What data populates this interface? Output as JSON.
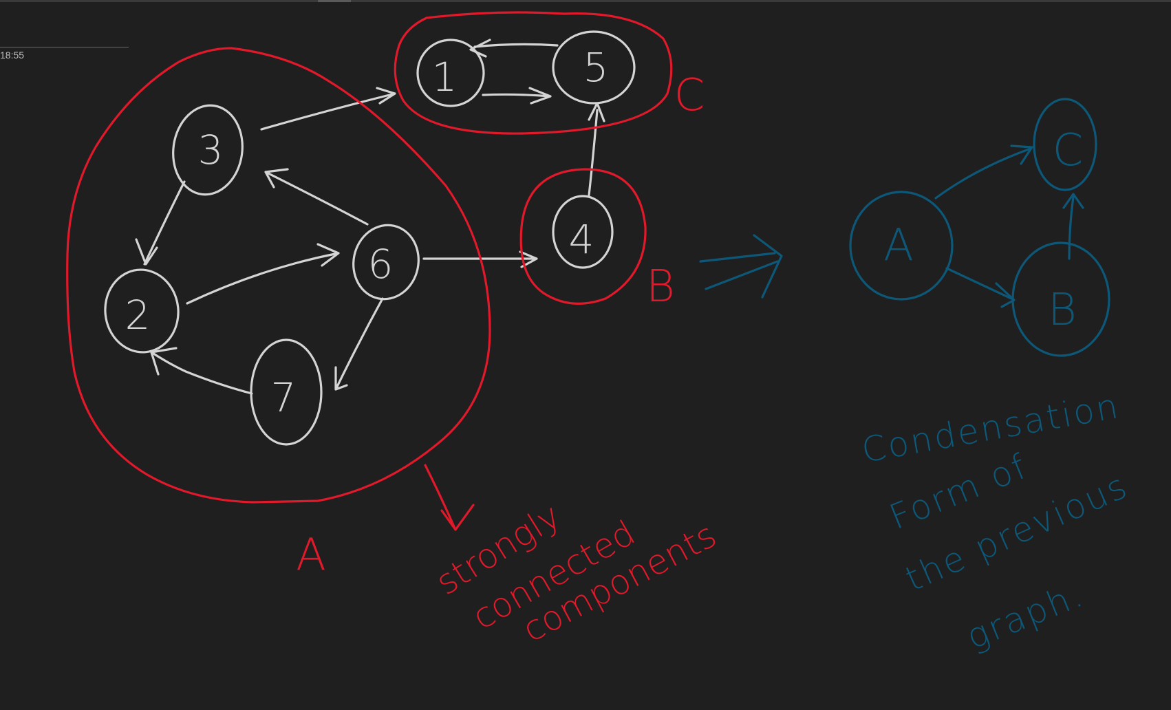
{
  "header": {
    "time": "18:55"
  },
  "graph": {
    "nodes": [
      "3",
      "2",
      "6",
      "7",
      "1",
      "5",
      "4"
    ],
    "edges": [
      [
        "3",
        "2"
      ],
      [
        "2",
        "6"
      ],
      [
        "6",
        "3"
      ],
      [
        "6",
        "7"
      ],
      [
        "7",
        "2"
      ],
      [
        "3",
        "1"
      ],
      [
        "1",
        "5"
      ],
      [
        "5",
        "1"
      ],
      [
        "6",
        "4"
      ],
      [
        "4",
        "5"
      ]
    ]
  },
  "components": {
    "a": "A",
    "b": "B",
    "c": "C"
  },
  "annotation": {
    "line1": "strongly",
    "line2": "connected",
    "line3": "components"
  },
  "condensed": {
    "nodes": [
      "A",
      "B",
      "C"
    ],
    "edges": [
      [
        "A",
        "C"
      ],
      [
        "A",
        "B"
      ],
      [
        "B",
        "C"
      ]
    ]
  },
  "caption": {
    "line1": "Condensation",
    "line2": "Form of",
    "line3": "the previous",
    "line4": "graph."
  },
  "colors": {
    "background": "#1f1f1f",
    "original_graph": "#d4d4d4",
    "components": "#e0192b",
    "condensed": "#0d5878"
  }
}
